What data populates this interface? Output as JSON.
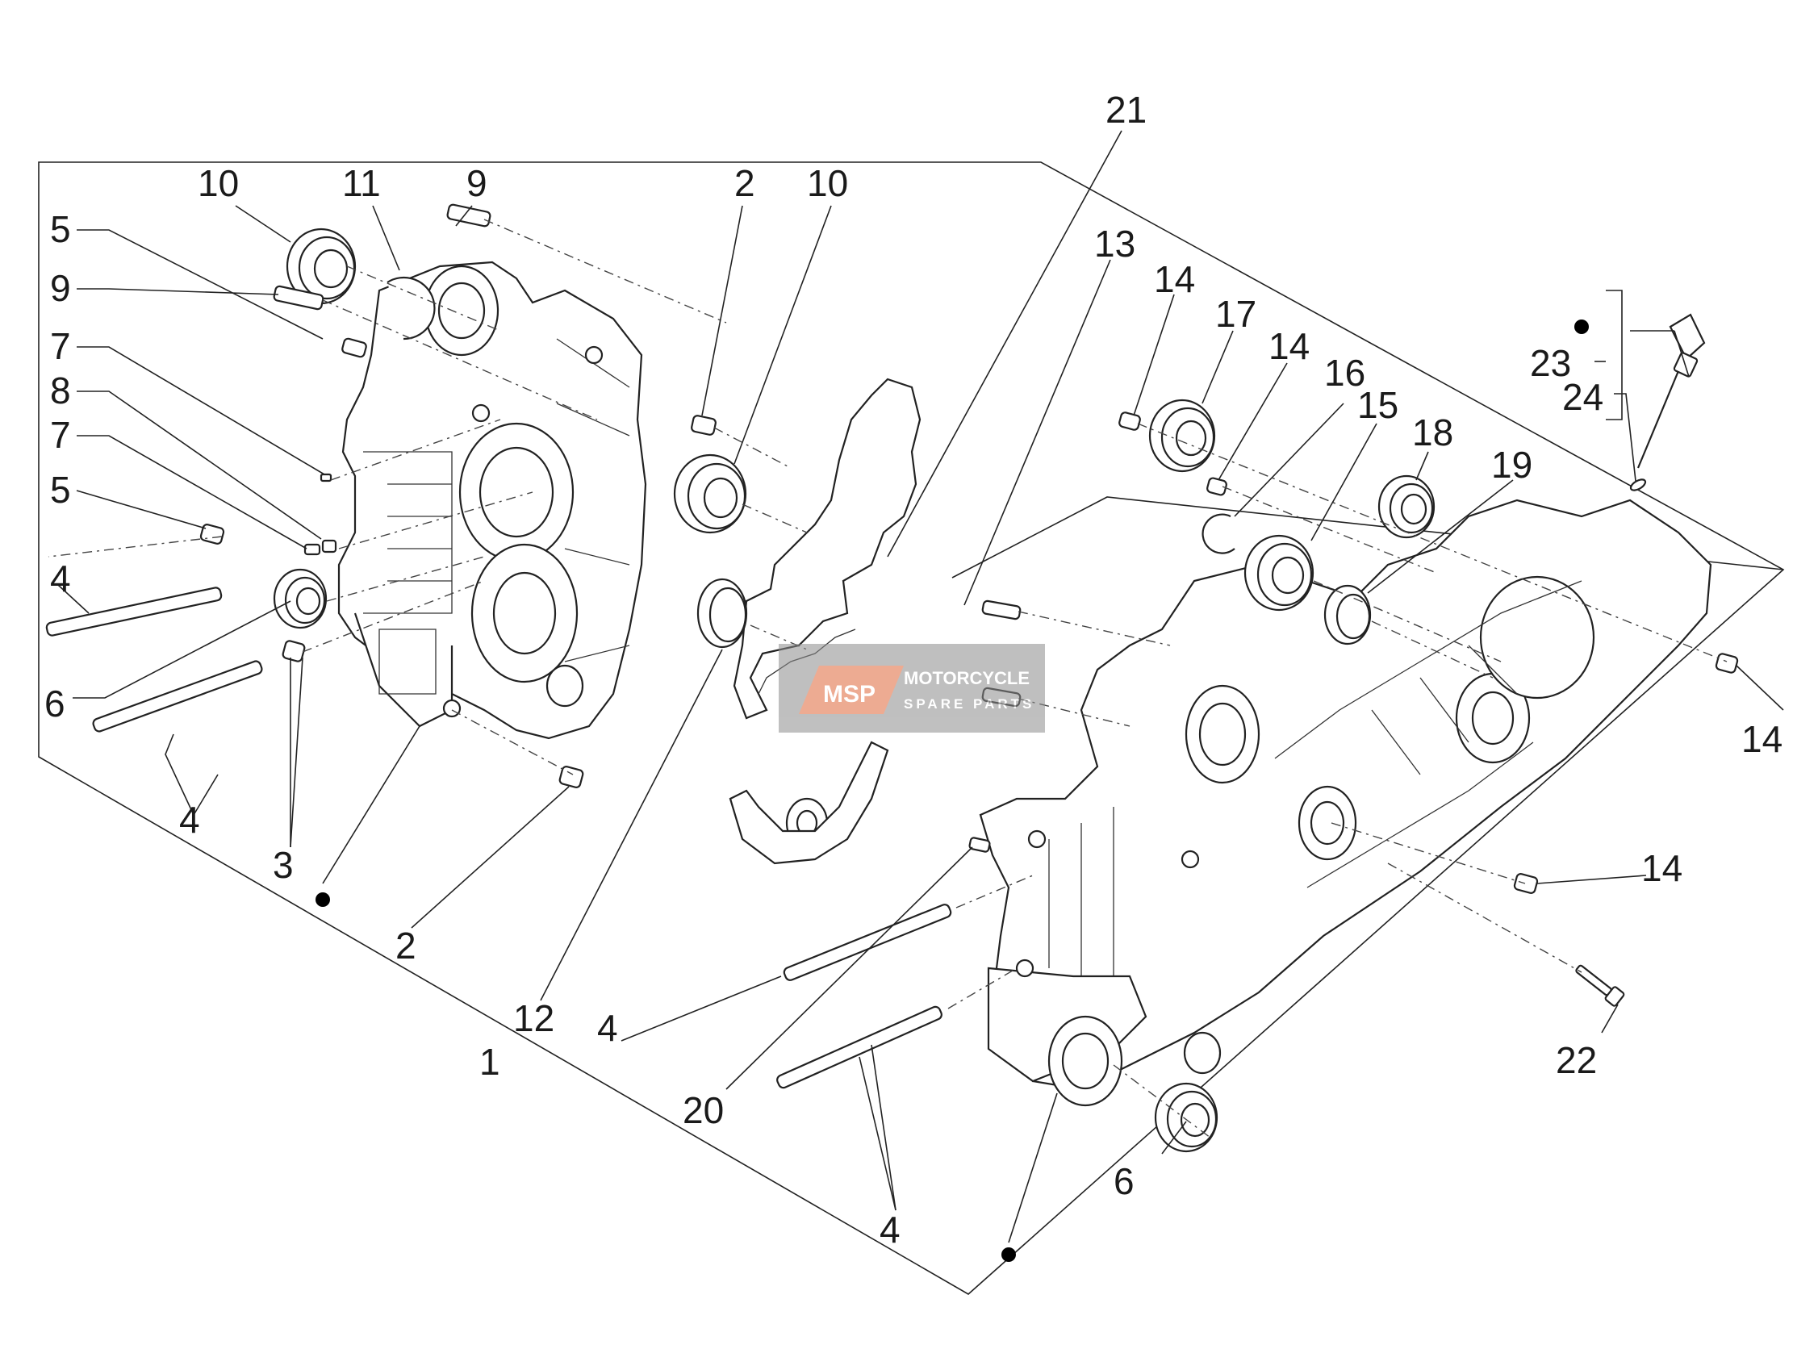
{
  "watermark": {
    "logo_text": "MSP",
    "line1": "MOTORCYCLE",
    "line2": "SPARE PARTS",
    "logo_color": "#e0683a",
    "background_color": "#8c8c8c"
  },
  "callouts": [
    {
      "id": "c10a",
      "text": "10"
    },
    {
      "id": "c11",
      "text": "11"
    },
    {
      "id": "c9a",
      "text": "9"
    },
    {
      "id": "c2a",
      "text": "2"
    },
    {
      "id": "c10b",
      "text": "10"
    },
    {
      "id": "c21",
      "text": "21"
    },
    {
      "id": "c5a",
      "text": "5"
    },
    {
      "id": "c9b",
      "text": "9"
    },
    {
      "id": "c7a",
      "text": "7"
    },
    {
      "id": "c8",
      "text": "8"
    },
    {
      "id": "c7b",
      "text": "7"
    },
    {
      "id": "c5b",
      "text": "5"
    },
    {
      "id": "c4a",
      "text": "4"
    },
    {
      "id": "c6a",
      "text": "6"
    },
    {
      "id": "c4b",
      "text": "4"
    },
    {
      "id": "c3",
      "text": "3"
    },
    {
      "id": "c2b",
      "text": "2"
    },
    {
      "id": "c12",
      "text": "12"
    },
    {
      "id": "c1",
      "text": "1"
    },
    {
      "id": "c4c",
      "text": "4"
    },
    {
      "id": "c20",
      "text": "20"
    },
    {
      "id": "c4d",
      "text": "4"
    },
    {
      "id": "c13",
      "text": "13"
    },
    {
      "id": "c14a",
      "text": "14"
    },
    {
      "id": "c17",
      "text": "17"
    },
    {
      "id": "c14b",
      "text": "14"
    },
    {
      "id": "c16",
      "text": "16"
    },
    {
      "id": "c15",
      "text": "15"
    },
    {
      "id": "c18",
      "text": "18"
    },
    {
      "id": "c19",
      "text": "19"
    },
    {
      "id": "c23",
      "text": "23"
    },
    {
      "id": "c24",
      "text": "24"
    },
    {
      "id": "c14c",
      "text": "14"
    },
    {
      "id": "c14d",
      "text": "14"
    },
    {
      "id": "c22",
      "text": "22"
    },
    {
      "id": "c6b",
      "text": "6"
    }
  ]
}
